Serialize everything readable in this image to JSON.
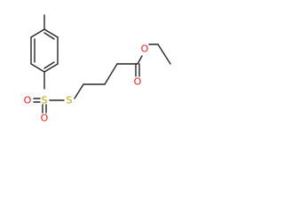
{
  "molecule": {
    "atoms": [
      {
        "id": "S1",
        "label": "S",
        "color": "#b8a000"
      },
      {
        "id": "S2",
        "label": "S",
        "color": "#b8a000"
      },
      {
        "id": "O1",
        "label": "O",
        "color": "#e0201b"
      },
      {
        "id": "O2",
        "label": "O",
        "color": "#e0201b"
      },
      {
        "id": "O3",
        "label": "O",
        "color": "#e0201b"
      },
      {
        "id": "O4",
        "label": "O",
        "color": "#e0201b"
      }
    ],
    "bond_color": "#262626",
    "background": "#ffffff"
  }
}
